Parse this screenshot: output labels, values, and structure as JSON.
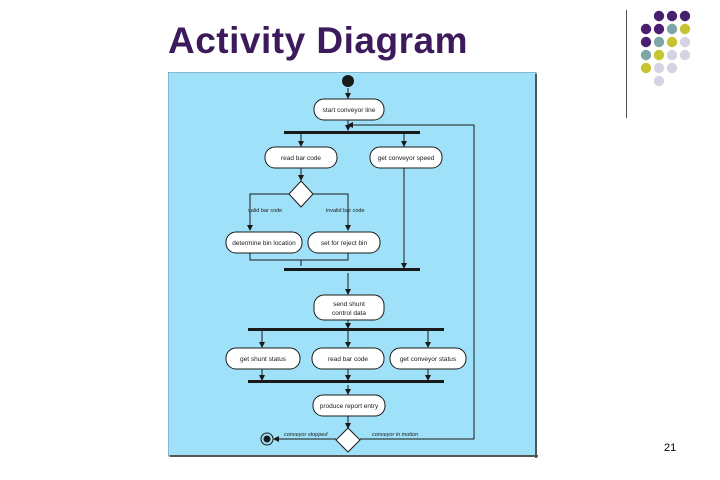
{
  "slide": {
    "title": "Activity Diagram",
    "page_number": "21"
  },
  "colors": {
    "title": "#3d1a5b",
    "diagram_background": "#9fe1f8",
    "node_fill": "#ffffff",
    "line": "#1a1a1a",
    "dot_purple": "#4b1f6f",
    "dot_teal": "#7fa6a6",
    "dot_olive": "#c7c430",
    "dot_lavender": "#d4d4e4"
  },
  "decoration": {
    "dot_grid": [
      [
        "",
        "purple",
        "purple",
        "purple"
      ],
      [
        "purple",
        "purple",
        "teal",
        "olive"
      ],
      [
        "purple",
        "teal",
        "olive",
        "lavender"
      ],
      [
        "teal",
        "olive",
        "lavender",
        "lavender"
      ],
      [
        "olive",
        "lavender",
        "lavender",
        ""
      ],
      [
        "",
        "lavender",
        "",
        ""
      ]
    ]
  },
  "diagram": {
    "nodes": {
      "start_conveyor": "start conveyor line",
      "read_bar_code_1": "read bar code",
      "get_conveyor_speed_1": "get conveyor speed",
      "determine_bin_location": "determine bin location",
      "set_for_reject_bin": "set for reject bin",
      "send_shunt_control_line1": "send shunt",
      "send_shunt_control_line2": "control data",
      "get_shunt_status": "get shunt status",
      "read_bar_code_2": "read bar code",
      "get_conveyor_status": "get conveyor status",
      "produce_report_entry": "produce report entry"
    },
    "guards": {
      "valid_bar_code": "valid bar code",
      "invalid_bar_code": "invalid bar code",
      "conveyor_stopped": "conveyor stopped",
      "conveyor_in_motion": "conveyor in motion"
    }
  }
}
